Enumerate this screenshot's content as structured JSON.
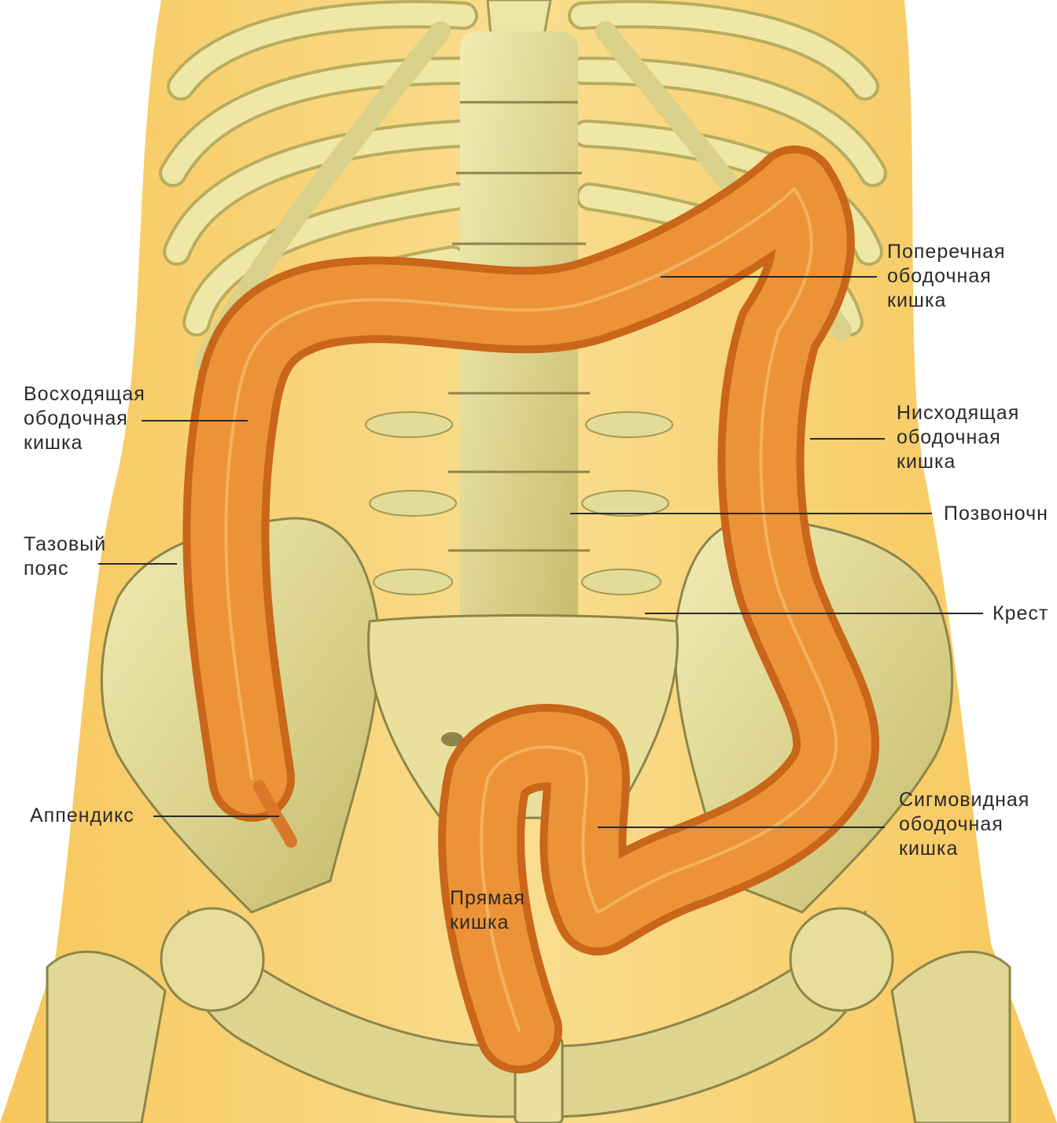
{
  "colors": {
    "background": "#ffffff",
    "body_fill": "#f6cd68",
    "bone": "#ebe39a",
    "bone_shadow": "#b8ad5e",
    "bone_dark": "#8d8549",
    "colon": "#e8892b",
    "colon_dark": "#c9661a",
    "colon_light": "#f6b563",
    "text": "#2a2a2a"
  },
  "labels": {
    "transverse_colon": [
      "Поперечная",
      "ободочная",
      "кишка"
    ],
    "ascending_colon": [
      "Восходящая",
      "ободочная",
      "кишка"
    ],
    "descending_colon": [
      "Нисходящая",
      "ободочная",
      "кишка"
    ],
    "spine": [
      "Позвоночн"
    ],
    "pelvic_girdle": [
      "Тазовый",
      "пояс"
    ],
    "sacrum": [
      "Крест"
    ],
    "appendix": [
      "Аппендикс"
    ],
    "sigmoid_colon": [
      "Сигмовидная",
      "ободочная",
      "кишка"
    ],
    "rectum": [
      "Прямая",
      "кишка"
    ]
  },
  "icons": {
    "rib_cage": "rib-cage-icon",
    "spine": "spine-icon",
    "pelvis": "pelvis-icon",
    "large_intestine": "large-intestine-icon"
  }
}
